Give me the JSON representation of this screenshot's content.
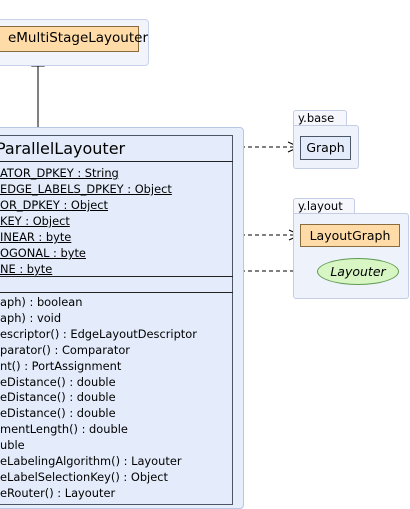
{
  "superclass": {
    "name": "eMultiStageLayouter"
  },
  "main_class": {
    "name": "ParallelLayouter",
    "fields": [
      {
        "text": "ATOR_DPKEY : String",
        "static": true
      },
      {
        "text": "EDGE_LABELS_DPKEY : Object",
        "static": true
      },
      {
        "text": "OR_DPKEY : Object",
        "static": true
      },
      {
        "text": "KEY : Object",
        "static": true
      },
      {
        "text": "INEAR : byte",
        "static": true
      },
      {
        "text": "OGONAL : byte",
        "static": true
      },
      {
        "text": "NE : byte",
        "static": true
      }
    ],
    "methods": [
      {
        "text": "aph) : boolean"
      },
      {
        "text": "aph) : void"
      },
      {
        "text": "escriptor() : EdgeLayoutDescriptor"
      },
      {
        "text": "parator() : Comparator"
      },
      {
        "text": "nt() : PortAssignment"
      },
      {
        "text": "eDistance() : double"
      },
      {
        "text": "eDistance() : double"
      },
      {
        "text": "eDistance() : double"
      },
      {
        "text": "mentLength() : double"
      },
      {
        "text": "uble"
      },
      {
        "text": "eLabelingAlgorithm() : Layouter"
      },
      {
        "text": "eLabelSelectionKey() : Object"
      },
      {
        "text": "eRouter() : Layouter"
      }
    ]
  },
  "packages": [
    {
      "name": "y.base",
      "types": [
        {
          "name": "Graph",
          "kind": "class",
          "fill": "#e4ecfb",
          "border": "#4b5666"
        }
      ]
    },
    {
      "name": "y.layout",
      "types": [
        {
          "name": "LayoutGraph",
          "kind": "class",
          "fill": "#ffdca7",
          "border": "#8a6b3d"
        },
        {
          "name": "Layouter",
          "kind": "interface",
          "fill": "#d8f5c4",
          "border": "#5f9a52"
        }
      ]
    }
  ],
  "colors": {
    "class_fill": "#e4ecfb",
    "super_fill": "#ffdca7",
    "interface_fill": "#d8f5c4",
    "line": "#000000"
  }
}
